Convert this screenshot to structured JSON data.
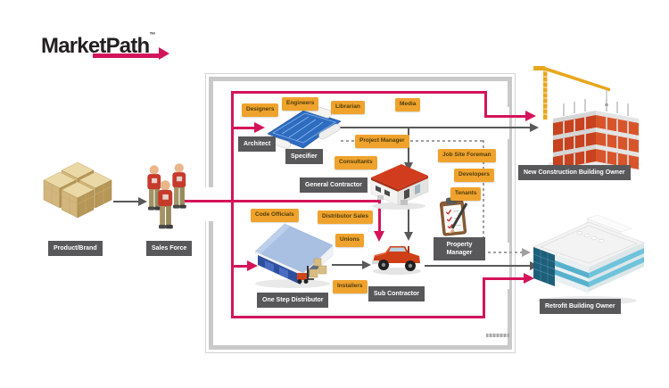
{
  "logo": {
    "market": "Market",
    "path": "Path",
    "tm": "™"
  },
  "nodes": {
    "product_brand": "Product/Brand",
    "sales_force": "Sales Force",
    "architect": "Architect",
    "specifier": "Specifier",
    "general_contractor": "General Contractor",
    "one_step_distributor": "One Step Distributor",
    "sub_contractor": "Sub Contractor",
    "property_manager": "Property Manager",
    "new_construction_owner": "New Construction Building Owner",
    "retrofit_owner": "Retrofit Building Owner"
  },
  "influencers": {
    "designers": "Designers",
    "engineers": "Engineers",
    "librarian": "Librarian",
    "media": "Media",
    "project_manager": "Project Manager",
    "consultants": "Consultants",
    "job_site_foreman": "Job Site Foreman",
    "developers": "Developers",
    "tenants": "Tenants",
    "code_officials": "Code Officials",
    "distributor_sales": "Distributor Sales",
    "unions": "Unions",
    "installers": "Installers"
  },
  "colors": {
    "accent_pink": "#d4145a",
    "influencer_yellow": "#efa32d",
    "node_gray": "#58585a",
    "frame_gray": "#c9c9c9",
    "line_gray": "#59595b",
    "dotted_gray": "#9f9f9f"
  }
}
